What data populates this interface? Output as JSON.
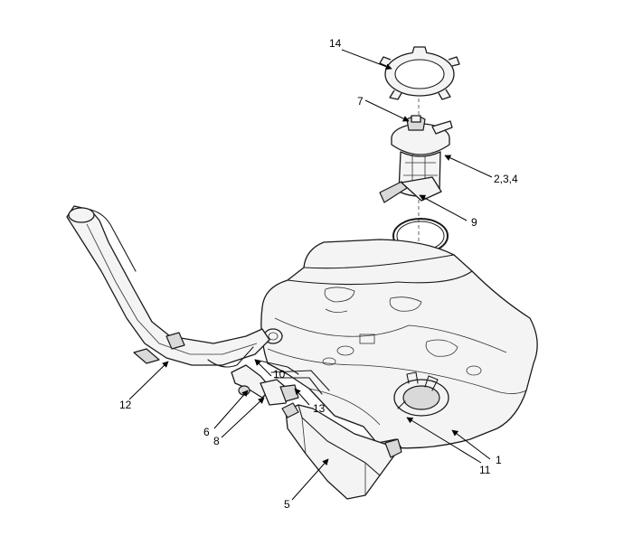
{
  "callouts": {
    "c1": "1",
    "c234": "2,3,4",
    "c5": "5",
    "c6": "6",
    "c7": "7",
    "c8": "8",
    "c9": "9",
    "c10": "10",
    "c11": "11",
    "c12": "12",
    "c13": "13",
    "c14": "14"
  }
}
